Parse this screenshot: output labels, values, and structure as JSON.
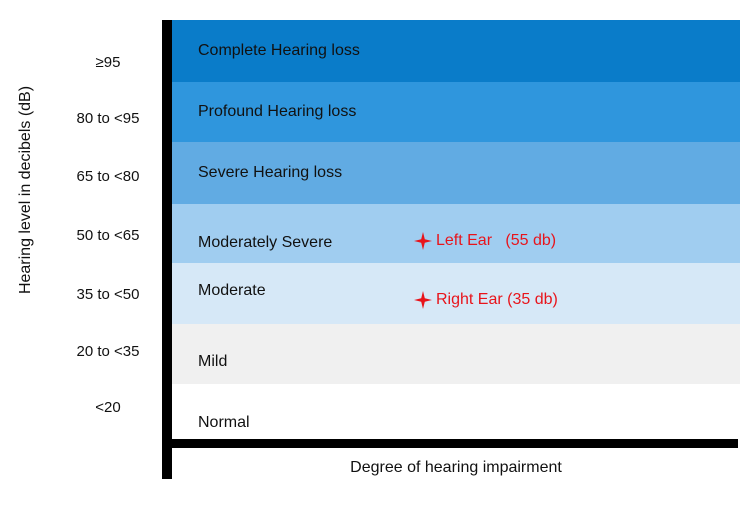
{
  "axes": {
    "y_title": "Hearing level in decibels (dB)",
    "x_title": "Degree of hearing impairment"
  },
  "ticks": [
    "≥95",
    "80 to <95",
    "65 to <80",
    "50 to <65",
    "35 to <50",
    "20 to <35",
    "<20"
  ],
  "bands": [
    {
      "label": "Complete Hearing loss",
      "color": "#0a7cc9"
    },
    {
      "label": "Profound Hearing loss",
      "color": "#2f96dd"
    },
    {
      "label": "Severe Hearing loss",
      "color": "#61abe3"
    },
    {
      "label": "Moderately Severe",
      "color": "#a0cdf0"
    },
    {
      "label": "Moderate",
      "color": "#d6e8f7"
    },
    {
      "label": "Mild",
      "color": "#f0f0f0"
    },
    {
      "label": "Normal",
      "color": "#ffffff"
    }
  ],
  "markers": [
    {
      "label": "Left Ear   (55 db)",
      "icon": "four-point-star-icon",
      "color": "#e8141b"
    },
    {
      "label": "Right Ear (35 db)",
      "icon": "four-point-star-icon",
      "color": "#e8141b"
    }
  ]
}
